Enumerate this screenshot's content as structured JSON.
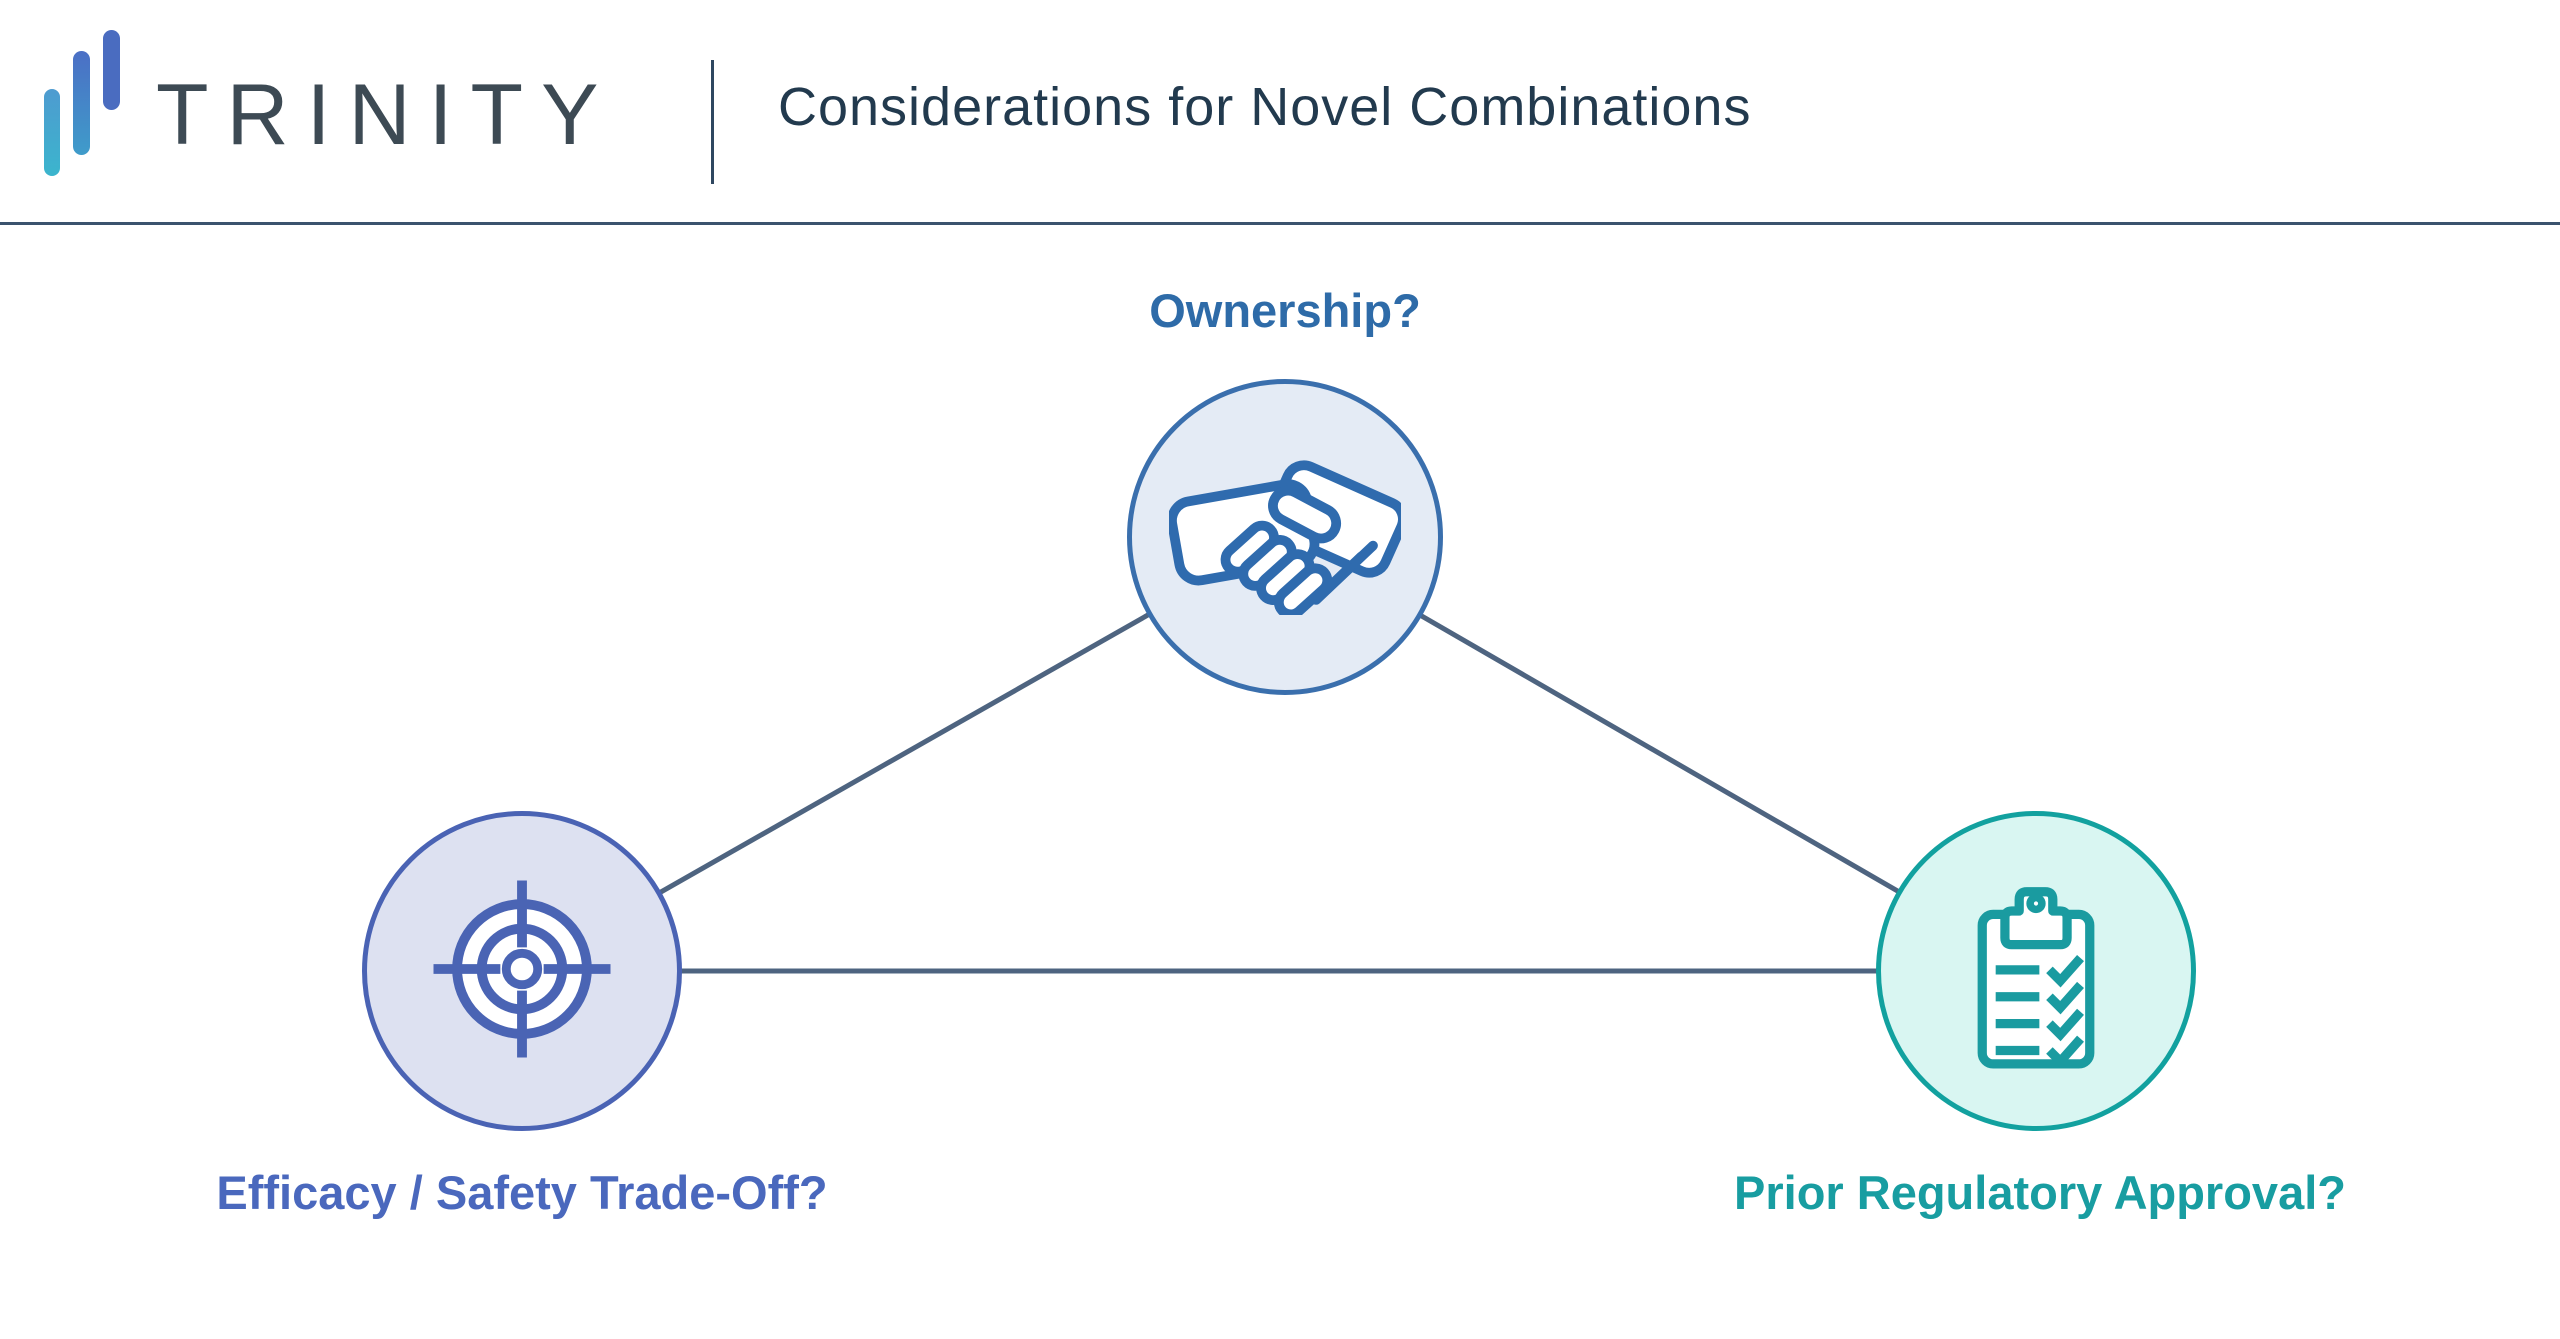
{
  "header": {
    "brand": "TRINITY",
    "title": "Considerations for Novel Combinations",
    "logo_bar_colors": [
      "#3bb5cd",
      "#4679c8",
      "#4a6cc0"
    ],
    "divider_color": "#2f4760",
    "border_color": "#3b536e"
  },
  "diagram": {
    "connector_color": "#4e6480",
    "nodes": [
      {
        "id": "ownership",
        "label": "Ownership?",
        "icon": "handshake-icon",
        "circle_fill": "#e4ebf5",
        "circle_stroke": "#3a6fad",
        "icon_color": "#2f6bae",
        "label_color": "#2e6ba8",
        "position": "top-center"
      },
      {
        "id": "efficacy-safety",
        "label": "Efficacy / Safety Trade-Off?",
        "icon": "target-icon",
        "circle_fill": "#dde1f1",
        "circle_stroke": "#4a63b4",
        "icon_color": "#4a64b4",
        "label_color": "#4a68bd",
        "position": "bottom-left"
      },
      {
        "id": "prior-regulatory",
        "label": "Prior Regulatory Approval?",
        "icon": "clipboard-checklist-icon",
        "circle_fill": "#d9f6f2",
        "circle_stroke": "#12a19f",
        "icon_color": "#1a9ba0",
        "label_color": "#189da1",
        "position": "bottom-right"
      }
    ],
    "edges": [
      {
        "from": "efficacy-safety",
        "to": "ownership"
      },
      {
        "from": "ownership",
        "to": "prior-regulatory"
      },
      {
        "from": "efficacy-safety",
        "to": "prior-regulatory"
      }
    ]
  }
}
